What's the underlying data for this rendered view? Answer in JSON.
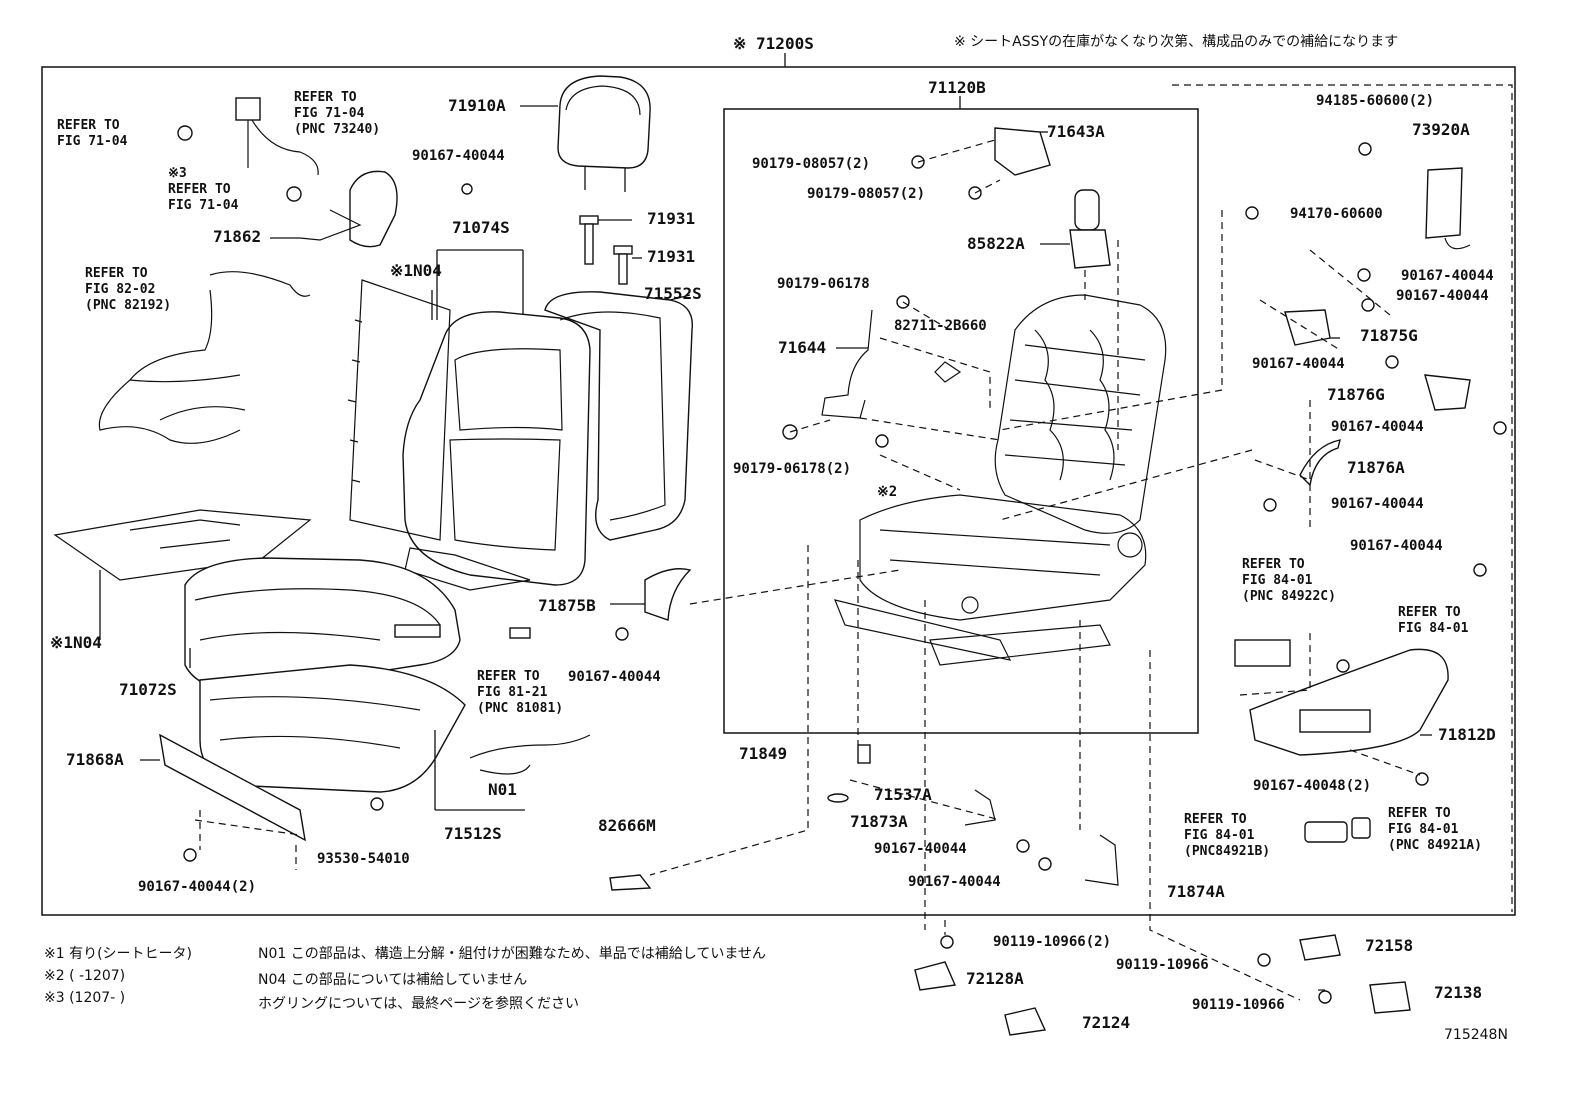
{
  "header": {
    "assembly_code": "※ 71200S",
    "supply_note": "※ シートASSYの在庫がなくなり次第、構成品のみでの補給になります",
    "subassembly_code": "71120B"
  },
  "callouts": {
    "c_71910A": "71910A",
    "c_90167_40044_top": "90167-40044",
    "c_71931_a": "71931",
    "c_71931_b": "71931",
    "c_71074S": "71074S",
    "c_N04_top": "※1N04",
    "c_71552S": "71552S",
    "c_71862": "71862",
    "c_N04_bottom": "※1N04",
    "c_71072S": "71072S",
    "c_71868A": "71868A",
    "c_90167_40044_2_bottom": "90167-40044(2)",
    "c_93530_54010": "93530-54010",
    "c_71512S": "71512S",
    "c_N01": "N01",
    "c_90167_40044_mid": "90167-40044",
    "c_71875B": "71875B",
    "c_71643A": "71643A",
    "c_90179_08057_a": "90179-08057(2)",
    "c_90179_08057_b": "90179-08057(2)",
    "c_85822A": "85822A",
    "c_90179_06178": "90179-06178",
    "c_82711_2B660": "82711-2B660",
    "c_71644": "71644",
    "c_90179_06178_2": "90179-06178(2)",
    "c_note2": "※2",
    "c_71849": "71849",
    "c_71537A": "71537A",
    "c_82666M": "82666M",
    "c_71873A": "71873A",
    "c_90167_40044_c": "90167-40044",
    "c_90167_40044_d": "90167-40044",
    "c_71874A": "71874A",
    "c_94185_60600": "94185-60600(2)",
    "c_73920A": "73920A",
    "c_94170_60600": "94170-60600",
    "c_90167_40044_e": "90167-40044",
    "c_90167_40044_f": "90167-40044",
    "c_71875G": "71875G",
    "c_90167_40044_g": "90167-40044",
    "c_71876G": "71876G",
    "c_90167_40044_h": "90167-40044",
    "c_71876A": "71876A",
    "c_90167_40044_i": "90167-40044",
    "c_90167_40044_j": "90167-40044",
    "c_71812D": "71812D",
    "c_90167_40048": "90167-40048(2)",
    "c_90119_10966_2": "90119-10966(2)",
    "c_72128A": "72128A",
    "c_72124": "72124",
    "c_90119_10966_a": "90119-10966",
    "c_72158": "72158",
    "c_90119_10966_b": "90119-10966",
    "c_72138": "72138"
  },
  "references": {
    "r_fig7104_left": [
      "REFER TO",
      "FIG 71-04"
    ],
    "r_fig7104_seatbelt": [
      "REFER TO",
      "FIG 71-04",
      "(PNC 73240)"
    ],
    "r_fig7104_note3": [
      "※3",
      "REFER TO",
      "FIG 71-04"
    ],
    "r_fig8202": [
      "REFER TO",
      "FIG 82-02",
      "(PNC 82192)"
    ],
    "r_fig8121": [
      "REFER TO",
      "FIG 81-21",
      "(PNC 81081)"
    ],
    "r_fig8401_a": [
      "REFER TO",
      "FIG 84-01",
      "(PNC 84922C)"
    ],
    "r_fig8401_b": [
      "REFER TO",
      "FIG 84-01"
    ],
    "r_fig8401_c": [
      "REFER TO",
      "FIG 84-01",
      "(PNC84921B)"
    ],
    "r_fig8401_d": [
      "REFER TO",
      "FIG 84-01",
      "(PNC 84921A)"
    ]
  },
  "notes": {
    "n1": "※1 有り(シートヒータ)",
    "n2": "※2 (        -1207)",
    "n3": "※3 (1207-        )",
    "n01": "N01 この部品は、構造上分解・組付けが困難なため、単品では補給していません",
    "n04": "N04 この部品については補給していません",
    "hog": "ホグリングについては、最終ページを参照ください"
  },
  "figure_id": "715248N"
}
